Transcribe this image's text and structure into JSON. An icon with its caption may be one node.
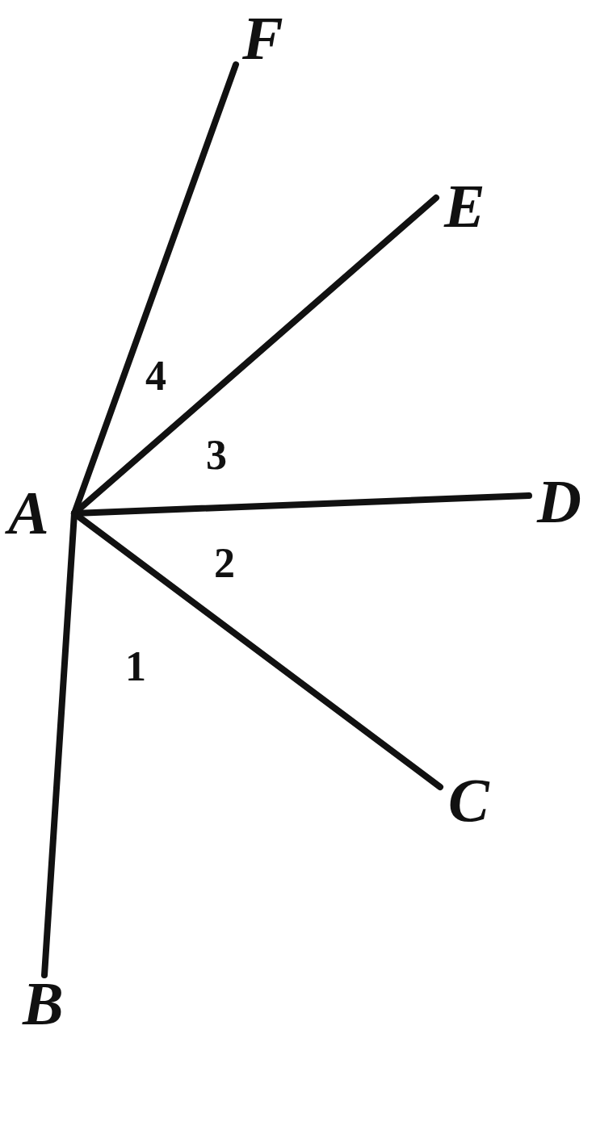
{
  "diagram": {
    "nodes": [
      {
        "text": [
          "F"
        ]
      },
      {
        "text": [
          "E"
        ]
      },
      {
        "text": [
          "A"
        ]
      },
      {
        "text": [
          "D"
        ]
      },
      {
        "text": [
          "C"
        ]
      },
      {
        "text": [
          "B"
        ]
      }
    ],
    "edges": [
      {
        "from": 2,
        "to": 0,
        "arrow": "none"
      },
      {
        "from": 2,
        "to": 1,
        "arrow": "none"
      },
      {
        "from": 2,
        "to": 3,
        "arrow": "none"
      },
      {
        "from": 2,
        "to": 4,
        "arrow": "none"
      },
      {
        "from": 2,
        "to": 5,
        "arrow": "none"
      }
    ],
    "labels": [
      "4",
      "3",
      "2",
      "1"
    ]
  }
}
